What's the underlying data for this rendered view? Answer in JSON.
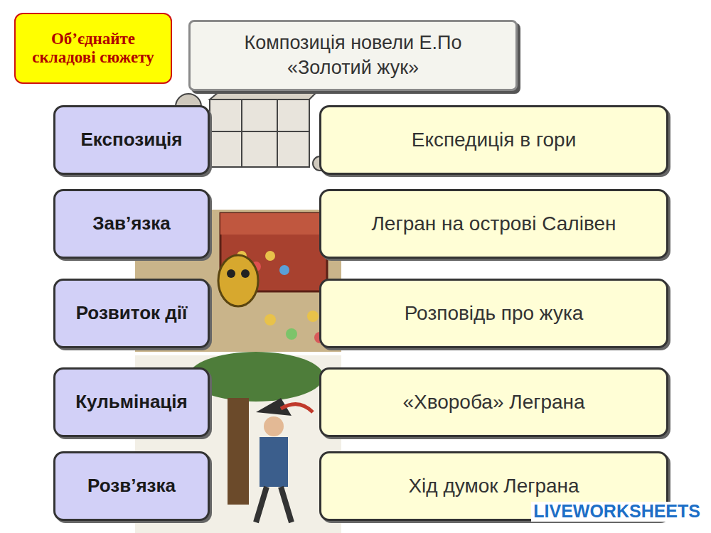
{
  "diagram": {
    "title": "Композиція новели Е.По «Золотий жук»",
    "nodes": [
      {
        "text": [
          "Об’єднайте складові сюжету"
        ]
      },
      {
        "text": [
          "Експозиція"
        ]
      },
      {
        "text": [
          "Експедиція в гори"
        ]
      },
      {
        "text": [
          "Зав’язка"
        ]
      },
      {
        "text": [
          "Легран на острові Салівен"
        ]
      },
      {
        "text": [
          "Розвиток дії"
        ]
      },
      {
        "text": [
          "Розповідь про жука"
        ]
      },
      {
        "text": [
          "Кульмінація"
        ]
      },
      {
        "text": [
          "«Хвороба» Леграна"
        ]
      },
      {
        "text": [
          "Розв’язка"
        ]
      },
      {
        "text": [
          "Хід думок Леграна"
        ]
      }
    ],
    "labels": [
      "LIVEWORKSHEETS"
    ]
  }
}
